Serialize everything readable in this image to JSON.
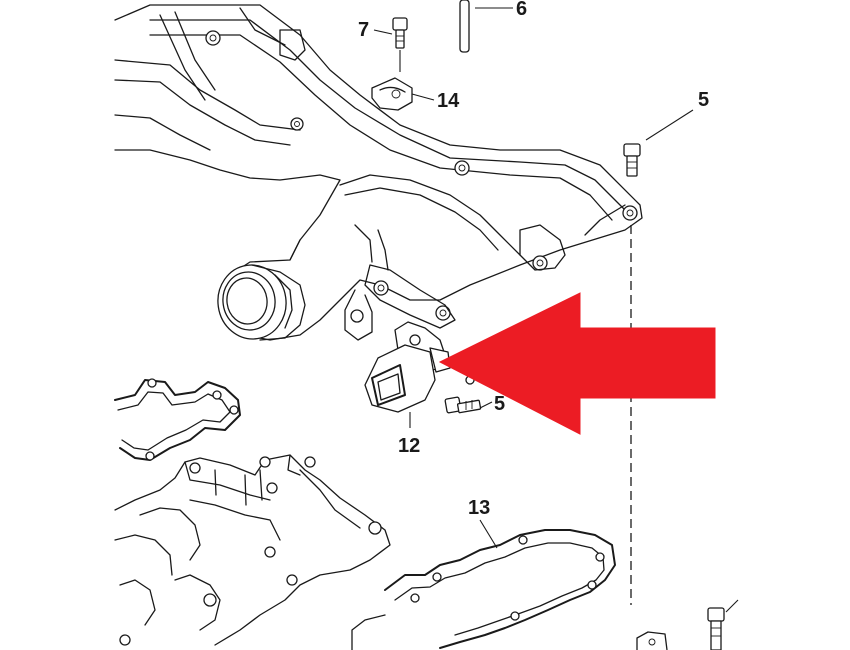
{
  "callouts": {
    "c6": "6",
    "c7": "7",
    "c14": "14",
    "c5_top": "5",
    "c5_mid": "5",
    "c12": "12",
    "c13": "13"
  },
  "colors": {
    "arrow": "#ec1c24",
    "line": "#1a1a1a",
    "background": "#ffffff"
  },
  "icons": {
    "highlight_arrow": "left-pointing-arrow"
  }
}
